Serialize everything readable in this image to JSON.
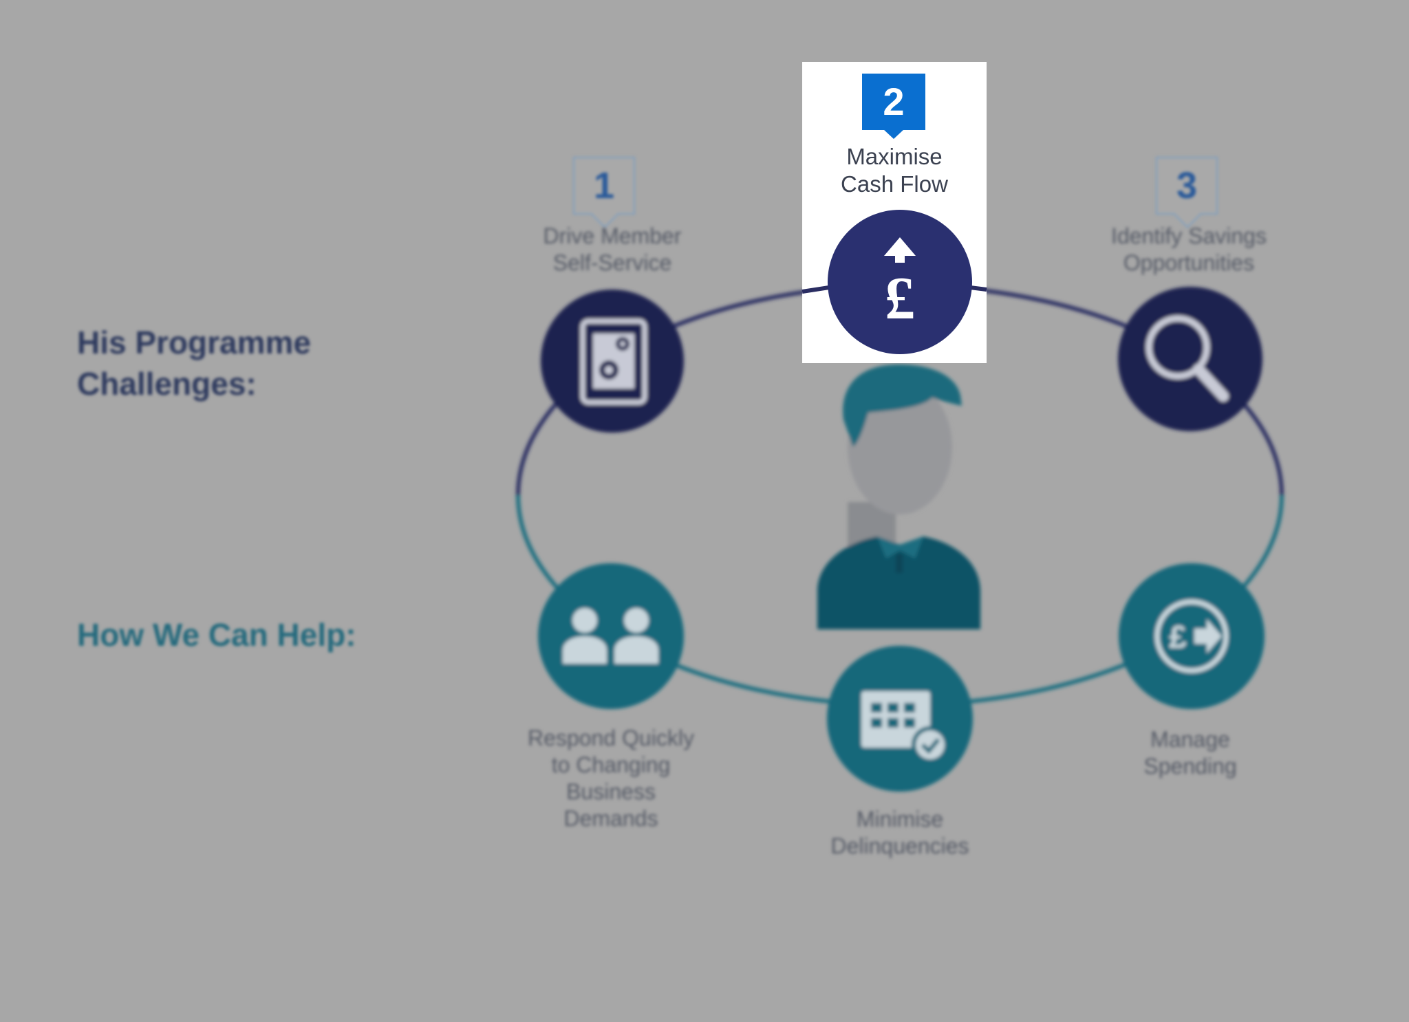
{
  "headings": {
    "challenges_line1": "His Programme",
    "challenges_line2": "Challenges:",
    "help": "How We Can Help:"
  },
  "challenges": [
    {
      "number": "1",
      "line1": "Drive Member",
      "line2": "Self-Service",
      "icon": "tablet-gears-icon"
    },
    {
      "number": "2",
      "line1": "Maximise",
      "line2": "Cash Flow",
      "icon": "pound-up-arrow-icon"
    },
    {
      "number": "3",
      "line1": "Identify Savings",
      "line2": "Opportunities",
      "icon": "magnifier-icon"
    }
  ],
  "help_items": [
    {
      "lines": [
        "Respond Quickly",
        "to Changing",
        "Business",
        "Demands"
      ],
      "icon": "people-icon"
    },
    {
      "lines": [
        "Minimise",
        "Delinquencies"
      ],
      "icon": "calendar-check-icon"
    },
    {
      "lines": [
        "Manage",
        "Spending"
      ],
      "icon": "pound-arrow-icon"
    }
  ],
  "center_figure": "person-icon",
  "highlighted_step": "2",
  "colors": {
    "background": "#a7a7a7",
    "navy": "#1e2150",
    "navy_active": "#2a3070",
    "teal": "#16677a",
    "accent_blue": "#0a6fd0",
    "heading_navy": "#2e3a5e",
    "heading_teal": "#256a7d"
  }
}
